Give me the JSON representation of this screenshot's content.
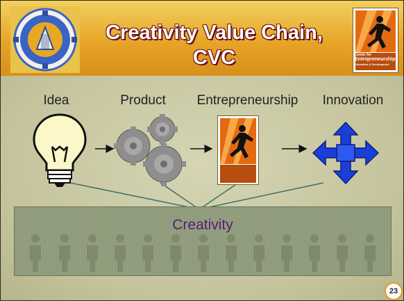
{
  "slide": {
    "title_line1": "Creativity Value Chain,",
    "title_line2": "CVC",
    "stages": [
      "Idea",
      "Product",
      "Entrepreneurship",
      "Innovation"
    ],
    "creativity_label": "Creativity",
    "page_number": "23",
    "logo_text_lines": [
      "Center for",
      "Entrepreneurship",
      "Education & Development"
    ]
  },
  "colors": {
    "header_gradient_top": "#f2d060",
    "header_gradient_bottom": "#d88f1c",
    "title_text": "#ffffff",
    "title_shadow": "#6b1010",
    "creativity_text": "#5a1a78",
    "arrow_blue": "#1a3fd9"
  },
  "icons": [
    "lightbulb-icon",
    "gears-icon",
    "running-man-logo-icon",
    "arrows-icon",
    "people-icon"
  ]
}
